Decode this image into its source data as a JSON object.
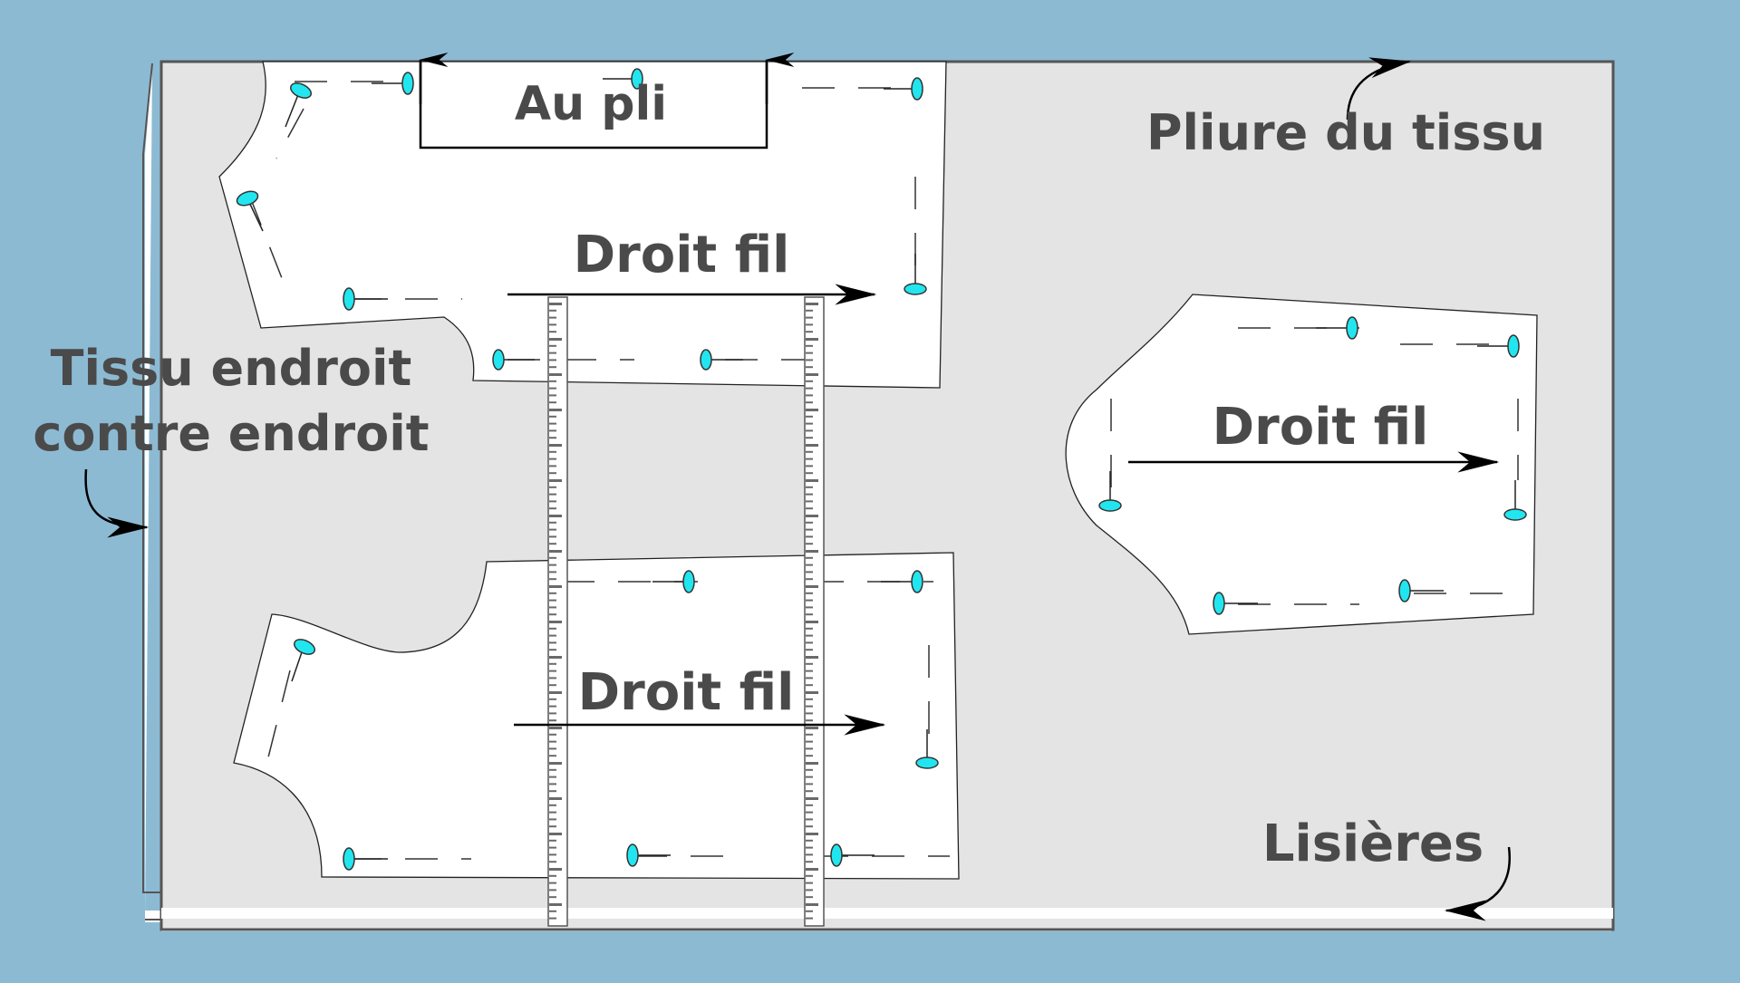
{
  "labels": {
    "au_pli": "Au pli",
    "pliure": "Pliure du tissu",
    "tissu_line1": "Tissu endroit",
    "tissu_line2": "contre endroit",
    "lisieres": "Lisières",
    "droit_fil_top": "Droit fil",
    "droit_fil_bottom": "Droit fil",
    "droit_fil_right": "Droit fil"
  },
  "colors": {
    "background": "#8dbad3",
    "fabric": "#e4e4e4",
    "pattern": "#ffffff",
    "pin_head": "#22e6ef",
    "text": "#4a4a4a",
    "ruler": "#6a6a6a"
  },
  "icons": [
    "pin-icon",
    "ruler-icon",
    "arrow-icon"
  ]
}
